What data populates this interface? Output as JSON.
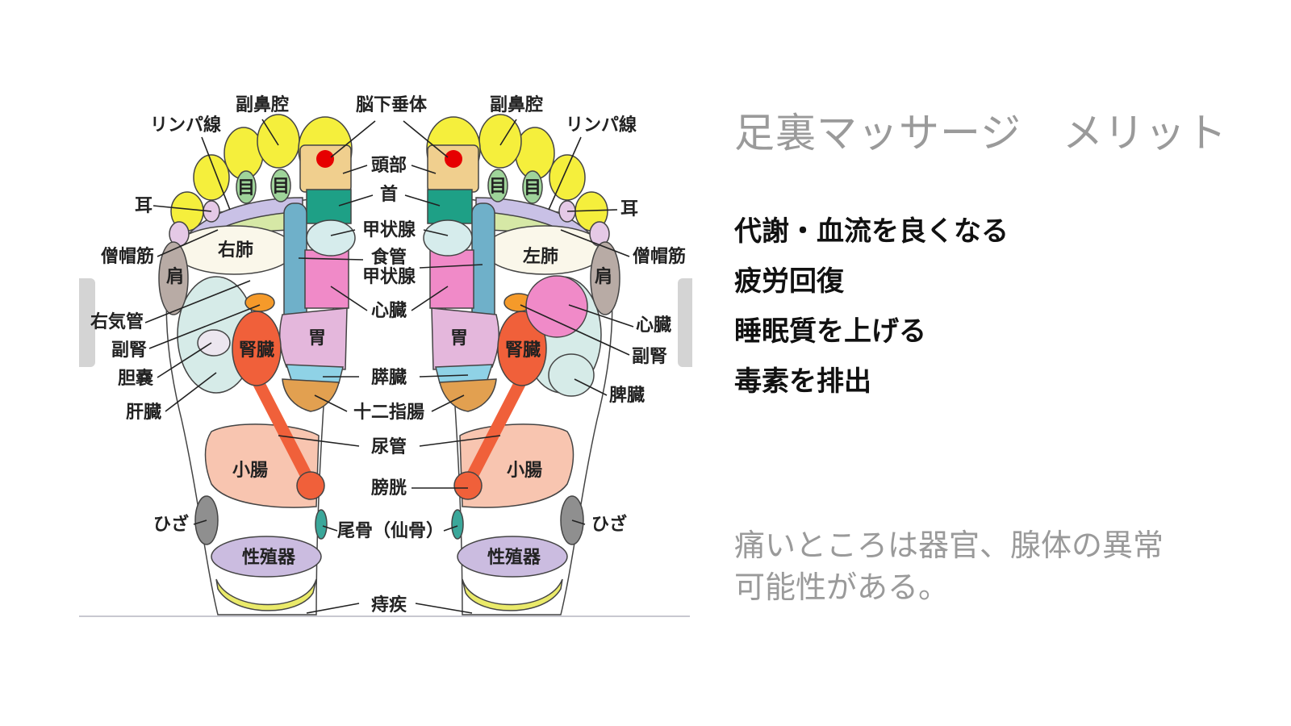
{
  "slide": {
    "title": "足裏マッサージ　メリット",
    "benefits": [
      "代謝・血流を良くなる",
      "疲労回復",
      "睡眠質を上げる",
      "毒素を排出"
    ],
    "note_line1": "痛いところは器官、腺体の異常",
    "note_line2": "可能性がある。"
  },
  "diagram": {
    "labels": {
      "sinus_left": "副鼻腔",
      "pituitary": "脳下垂体",
      "sinus_right": "副鼻腔",
      "lymph_left": "リンパ線",
      "lymph_right": "リンパ線",
      "head": "頭部",
      "neck": "首",
      "thyroid_top": "甲状腺",
      "esophagus": "食管",
      "thyroid_bottom": "甲状腺",
      "heart_center": "心臓",
      "ear_left": "耳",
      "ear_right": "耳",
      "trapezius_left": "僧帽筋",
      "trapezius_right": "僧帽筋",
      "right_lung": "右肺",
      "left_lung": "左肺",
      "shoulder_left": "肩",
      "shoulder_right": "肩",
      "eye1": "目",
      "eye2": "目",
      "eye3": "目",
      "eye4": "目",
      "right_bronchus": "右気管",
      "adrenal_left": "副腎",
      "gallbladder": "胆嚢",
      "liver": "肝臓",
      "kidney_left": "腎臓",
      "kidney_right": "腎臓",
      "stomach_left": "胃",
      "stomach_right": "胃",
      "heart_right": "心臓",
      "adrenal_right": "副腎",
      "spleen": "脾臓",
      "pancreas": "膵臓",
      "duodenum": "十二指腸",
      "ureter": "尿管",
      "small_intestine_left": "小腸",
      "small_intestine_right": "小腸",
      "bladder": "膀胱",
      "knee_left": "ひざ",
      "knee_right": "ひざ",
      "coccyx": "尾骨（仙骨）",
      "genitals_left": "性殖器",
      "genitals_right": "性殖器",
      "hemorrhoids": "痔疾"
    }
  },
  "colors": {
    "title": "#9a9a9a",
    "toes": "#f5ef3c",
    "kidney": "#f0603a",
    "pituitary_dot": "#e60000"
  }
}
